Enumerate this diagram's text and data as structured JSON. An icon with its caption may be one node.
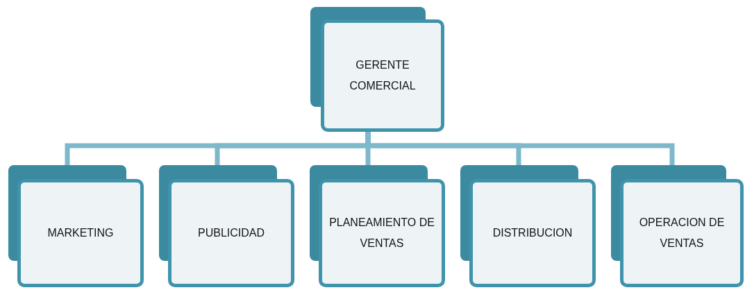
{
  "diagram": {
    "nodes": [
      {
        "text": [
          "GERENTE COMERCIAL"
        ]
      },
      {
        "text": [
          "MARKETING"
        ]
      },
      {
        "text": [
          "PUBLICIDAD"
        ]
      },
      {
        "text": [
          "PLANEAMIENTO DE VENTAS"
        ]
      },
      {
        "text": [
          "DISTRIBUCION"
        ]
      },
      {
        "text": [
          "OPERACION DE VENTAS"
        ]
      }
    ],
    "edges": [
      {
        "from": 0,
        "to": 1,
        "arrow": "none"
      },
      {
        "from": 0,
        "to": 2,
        "arrow": "none"
      },
      {
        "from": 0,
        "to": 3,
        "arrow": "none"
      },
      {
        "from": 0,
        "to": 4,
        "arrow": "none"
      },
      {
        "from": 0,
        "to": 5,
        "arrow": "none"
      }
    ]
  }
}
